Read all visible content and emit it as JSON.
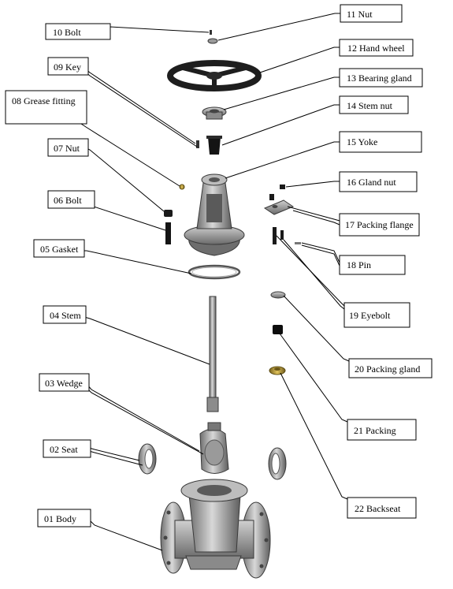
{
  "labels": {
    "p01": "01 Body",
    "p02": "02 Seat",
    "p03": "03 Wedge",
    "p04": "04 Stem",
    "p05": "05 Gasket",
    "p06": "06 Bolt",
    "p07": "07 Nut",
    "p08": "08 Grease fitting",
    "p09": "09 Key",
    "p10": "10 Bolt",
    "p11": "11 Nut",
    "p12": "12 Hand wheel",
    "p13": "13 Bearing gland",
    "p14": "14 Stem nut",
    "p15": "15 Yoke",
    "p16": "16 Gland nut",
    "p17": "17 Packing flange",
    "p18": "18 Pin",
    "p19": "19 Eyebolt",
    "p20": "20 Packing gland",
    "p21": "21 Packing",
    "p22": "22 Backseat"
  },
  "colors": {
    "metal_light": "#c9c9c9",
    "metal_mid": "#8e8e8e",
    "metal_dark": "#4a4a4a",
    "handwheel": "#1e1e1e",
    "brass": "#b89a3a",
    "black_part": "#111111"
  }
}
